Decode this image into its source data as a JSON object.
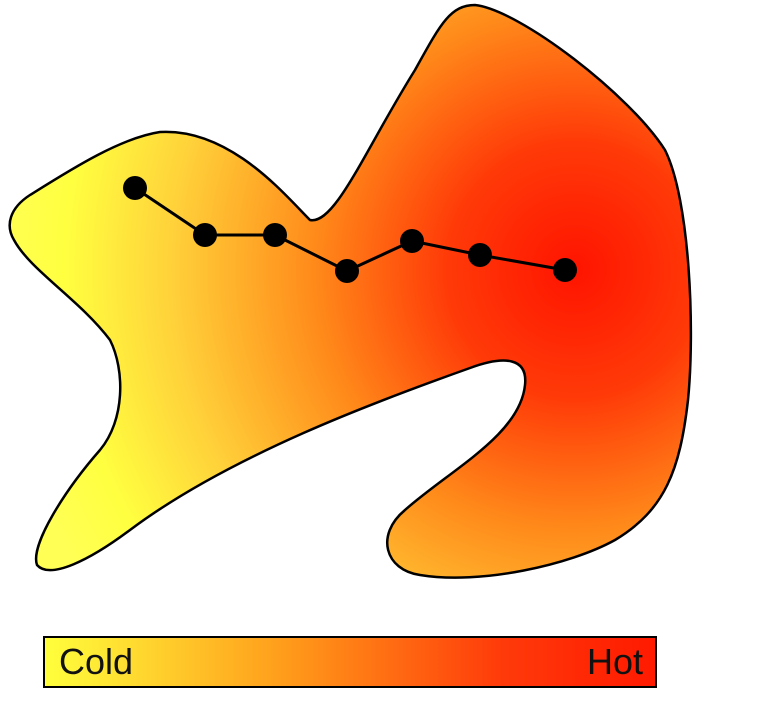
{
  "legend": {
    "cold_label": "Cold",
    "hot_label": "Hot",
    "cold_color": "#ffff3c",
    "mid_color": "#ff9a1a",
    "hot_color": "#ff1a00"
  },
  "region": {
    "fill_hot": "#ff1a00",
    "fill_cold": "#ffff3c",
    "outline_color": "#000000"
  },
  "path": {
    "point_count": 7,
    "color": "#000000"
  }
}
